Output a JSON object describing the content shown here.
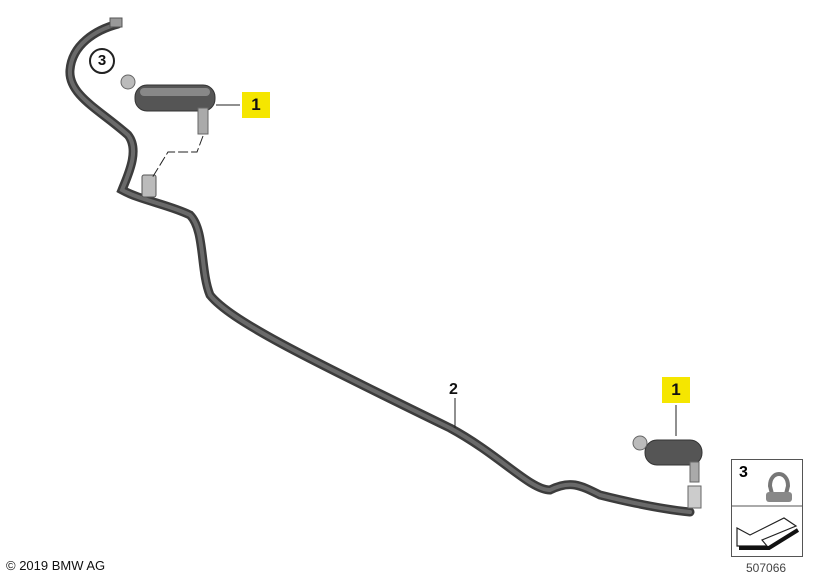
{
  "callouts": {
    "part1_upper": "1",
    "part1_lower": "1",
    "part2": "2",
    "part3": "3"
  },
  "legend": {
    "part_number": "3"
  },
  "copyright": "© 2019 BMW AG",
  "diagram_id": "507066",
  "colors": {
    "callout_bg": "#f5e600",
    "hose": "#4a4a4a"
  }
}
